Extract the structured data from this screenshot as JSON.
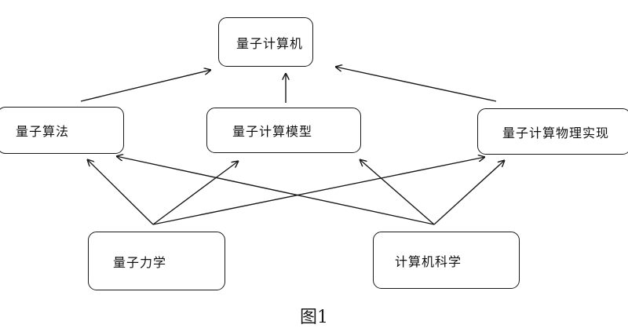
{
  "nodes": {
    "quantum_computer": "量子计算机",
    "quantum_algorithm": "量子算法",
    "quantum_computing_model": "量子计算模型",
    "quantum_computing_physical_implementation": "量子计算物理实现",
    "quantum_mechanics": "量子力学",
    "computer_science": "计算机科学"
  },
  "edges": [
    {
      "from": "quantum_algorithm",
      "to": "quantum_computer"
    },
    {
      "from": "quantum_computing_model",
      "to": "quantum_computer"
    },
    {
      "from": "quantum_computing_physical_implementation",
      "to": "quantum_computer"
    },
    {
      "from": "quantum_mechanics",
      "to": "quantum_algorithm"
    },
    {
      "from": "quantum_mechanics",
      "to": "quantum_computing_model"
    },
    {
      "from": "quantum_mechanics",
      "to": "quantum_computing_physical_implementation"
    },
    {
      "from": "computer_science",
      "to": "quantum_algorithm"
    },
    {
      "from": "computer_science",
      "to": "quantum_computing_model"
    },
    {
      "from": "computer_science",
      "to": "quantum_computing_physical_implementation"
    }
  ],
  "caption": "图1"
}
